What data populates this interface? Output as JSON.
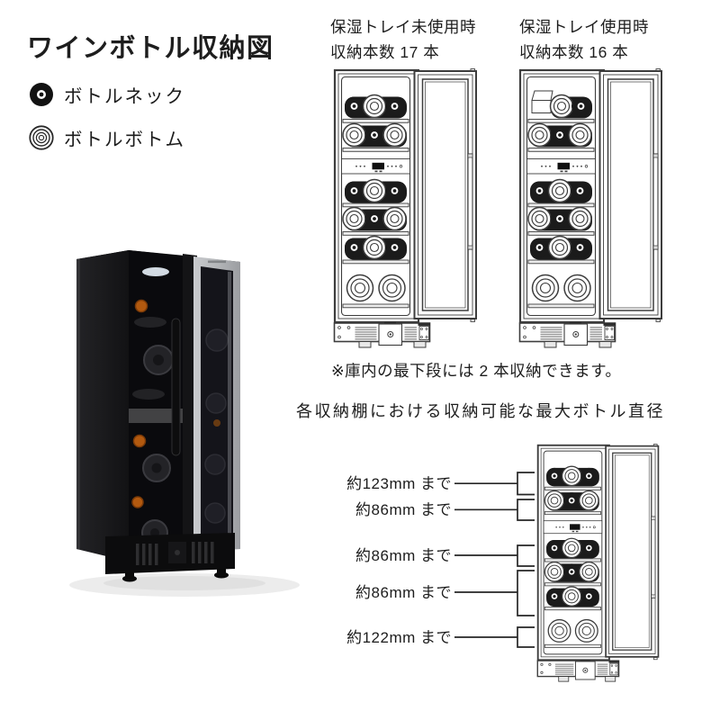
{
  "title": "ワインボトル収納図",
  "legend": {
    "neck_label": "ボトルネック",
    "bottom_label": "ボトルボトム"
  },
  "top_diagrams": {
    "left": {
      "caption_line1": "保湿トレイ未使用時",
      "caption_line2": "収納本数 17 本"
    },
    "right": {
      "caption_line1": "保湿トレイ使用時",
      "caption_line2": "収納本数 16 本"
    }
  },
  "note": "※庫内の最下段には 2 本収納できます。",
  "section2": {
    "heading": "各収納棚における収納可能な最大ボトル直径",
    "labels": [
      "約123mm まで",
      "約86mm まで",
      "約86mm まで",
      "約86mm まで",
      "約122mm まで"
    ]
  },
  "cabinet_configs": {
    "no_tray_rows": [
      [
        "neck",
        "bottom",
        "neck"
      ],
      [
        "bottom",
        "neck",
        "bottom"
      ],
      [
        "neck",
        "bottom",
        "neck"
      ],
      [
        "bottom",
        "neck",
        "bottom"
      ],
      [
        "neck",
        "bottom",
        "neck"
      ],
      [
        "bottom",
        "bottom"
      ]
    ],
    "tray_rows": [
      [
        "tray",
        "bottom",
        "neck"
      ],
      [
        "bottom",
        "neck",
        "bottom"
      ],
      [
        "neck",
        "bottom",
        "neck"
      ],
      [
        "bottom",
        "neck",
        "bottom"
      ],
      [
        "neck",
        "bottom",
        "neck"
      ],
      [
        "bottom",
        "bottom"
      ]
    ]
  },
  "colors": {
    "line": "#3d3d3d",
    "dark_bottle": "#1b1b1b",
    "text": "#1d1d1d"
  }
}
